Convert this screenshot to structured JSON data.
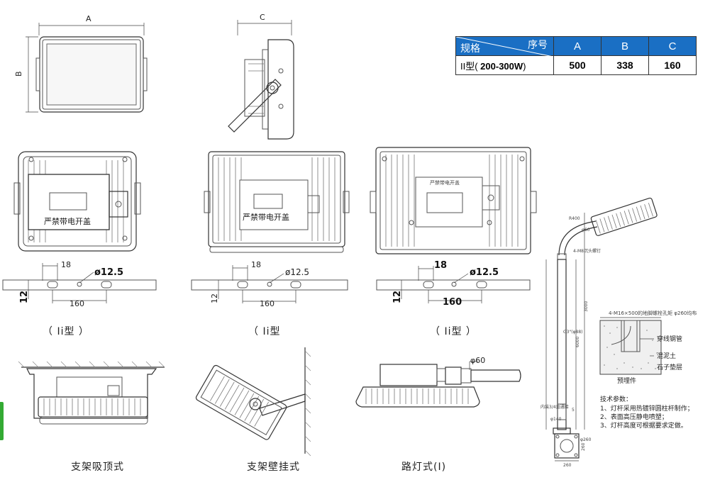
{
  "dim_letters": {
    "a": "A",
    "b": "B",
    "c": "C"
  },
  "spec_table": {
    "header_seq": "序号",
    "header_spec": "规格",
    "col_a": "A",
    "col_b": "B",
    "col_c": "C",
    "row_model_prefix": "II型(",
    "row_model_bold": " 200-300W",
    "row_model_suffix": ")",
    "val_a": "500",
    "val_b": "338",
    "val_c": "160"
  },
  "cover_label": "严禁带电开盖",
  "rail_dims": {
    "r1": {
      "d18": "18",
      "hole": "ø12.5",
      "d160": "160",
      "d12": "12"
    },
    "r2": {
      "d18": "18",
      "hole": "ø12.5",
      "d160": "160",
      "d12": "12"
    },
    "r3": {
      "d18": "18",
      "hole": "ø12.5",
      "d160": "160",
      "d12": "12"
    }
  },
  "type_captions": [
    "（ Ii型 ）",
    "（ Ii型",
    "（ Ii型 ）"
  ],
  "mount_captions": [
    "支架吸顶式",
    "支架壁挂式",
    "路灯式(I)"
  ],
  "pipe_dia": "φ60",
  "pole": {
    "anchor_note": "4-M16×500的地脚螺栓孔矩 φ260均布",
    "conduit": "穿线钢管",
    "concrete": "混泥土",
    "gravel": "石子垫层",
    "embedded": "预埋件",
    "tech_title": "技术参数：",
    "tech_1": "1、灯杆采用热镀锌圆柱杆制作；",
    "tech_2": "2、表面高压静电喷塑；",
    "tech_3": "3、灯杆高度可根据要求定做。",
    "small_labels": [
      "φ60",
      "R400",
      "4-M8沉头螺钉",
      "G3\"(φ88)",
      "6000",
      "3000",
      "5",
      "内装3/4直通接",
      "φ140",
      "260",
      "260",
      "φ260"
    ]
  },
  "colors": {
    "table_header": "#1a6fc4",
    "side_tab": "#33aa33"
  }
}
